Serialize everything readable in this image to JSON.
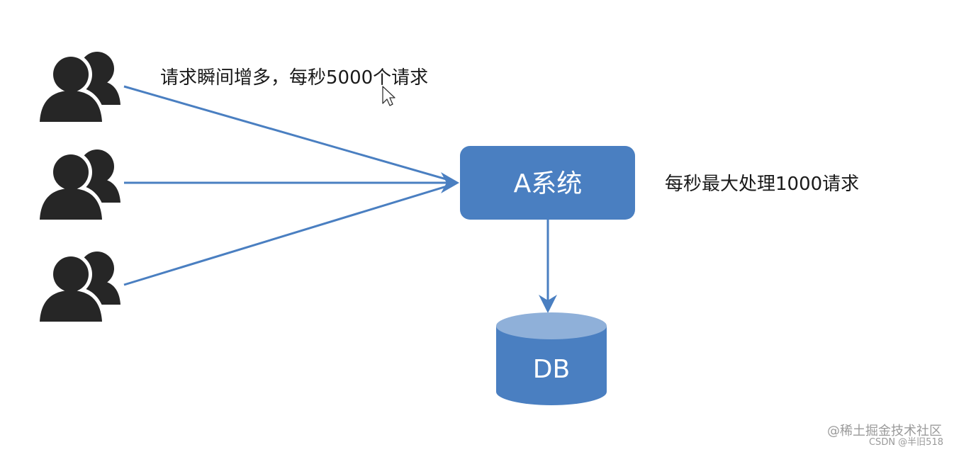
{
  "labels": {
    "incoming_requests": "请求瞬间增多，每秒5000个请求",
    "capacity": "每秒最大处理1000请求"
  },
  "nodes": {
    "system_a": "A系统",
    "database": "DB"
  },
  "users": [
    {
      "icon": "users-icon"
    },
    {
      "icon": "users-icon"
    },
    {
      "icon": "users-icon"
    }
  ],
  "watermarks": {
    "juejin": "@稀土掘金技术社区",
    "csdn": "CSDN @半旧518"
  },
  "colors": {
    "primary": "#4a7fc1",
    "box_fill": "#4a7fc1",
    "db_top": "#8fb0d9",
    "user_icon": "#262626",
    "text": "#1a1a1a"
  }
}
